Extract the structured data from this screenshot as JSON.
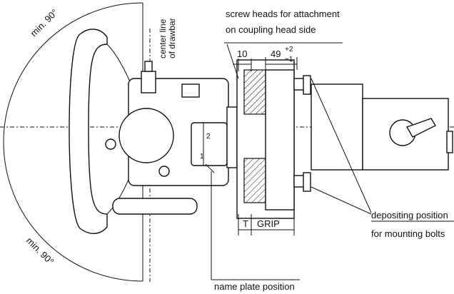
{
  "labels": {
    "min_angle_top": "min. 90°",
    "min_angle_bottom": "min. 90°",
    "center_line_1": "center line",
    "center_line_2": "of drawbar",
    "screw_heads_1": "screw heads for attachment",
    "screw_heads_2": "on coupling head side",
    "dim_10": "10",
    "dim_49": "49",
    "tol_plus": "+2",
    "tol_minus": "−1",
    "t_label": "T",
    "grip_label": "GRIP",
    "depositing_1": "depositing position",
    "depositing_2": "for mounting bolts",
    "name_plate": "name plate position",
    "marker_2": "2",
    "marker_1": "1"
  }
}
